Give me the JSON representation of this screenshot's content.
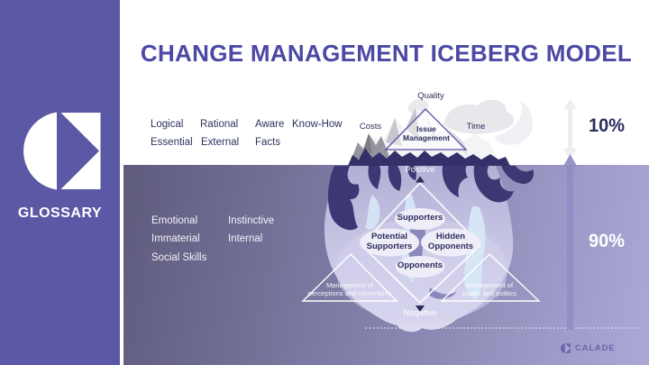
{
  "title": "CHANGE MANAGEMENT ICEBERG MODEL",
  "sidebar": {
    "label": "GLOSSARY"
  },
  "surface": {
    "keywords_row1": [
      "Logical",
      "Rational",
      "Aware",
      "Know-How"
    ],
    "keywords_row2": [
      "Essential",
      "External",
      "Facts"
    ],
    "percent_label": "10%",
    "factors": {
      "top": "Quality",
      "left": "Costs",
      "right": "Time"
    },
    "issue_line1": "Issue",
    "issue_line2": "Management"
  },
  "underwater": {
    "keywords_col1": [
      "Emotional",
      "Immaterial",
      "Social Skills"
    ],
    "keywords_col2": [
      "Instinctive",
      "Internal"
    ],
    "percent_label": "90%",
    "positive_label": "Positive",
    "negative_label": "Negative",
    "groups": {
      "top": "Supporters",
      "left_line1": "Potential",
      "left_line2": "Supporters",
      "right_line1": "Hidden",
      "right_line2": "Opponents",
      "bottom": "Opponents"
    },
    "management_left_line1": "Management of",
    "management_left_line2": "perceptions and convictions",
    "management_right_line1": "Management of",
    "management_right_line2": "power and politics"
  },
  "footer": {
    "brand": "CALADE"
  },
  "colors": {
    "sidebar_purple": "#5b58a5",
    "title_purple": "#4c49a4",
    "navy_text": "#2d2f5e",
    "water_gradient_dark": "#5e5b7d",
    "water_gradient_light": "#aba8d6",
    "iceberg_dark_fringe": "#3b3873",
    "ellipse_fill": "#efedf8",
    "arrow_gray": "#ededf2",
    "arrow_purple": "#908dc5",
    "brand_purple": "#6f63ac"
  }
}
